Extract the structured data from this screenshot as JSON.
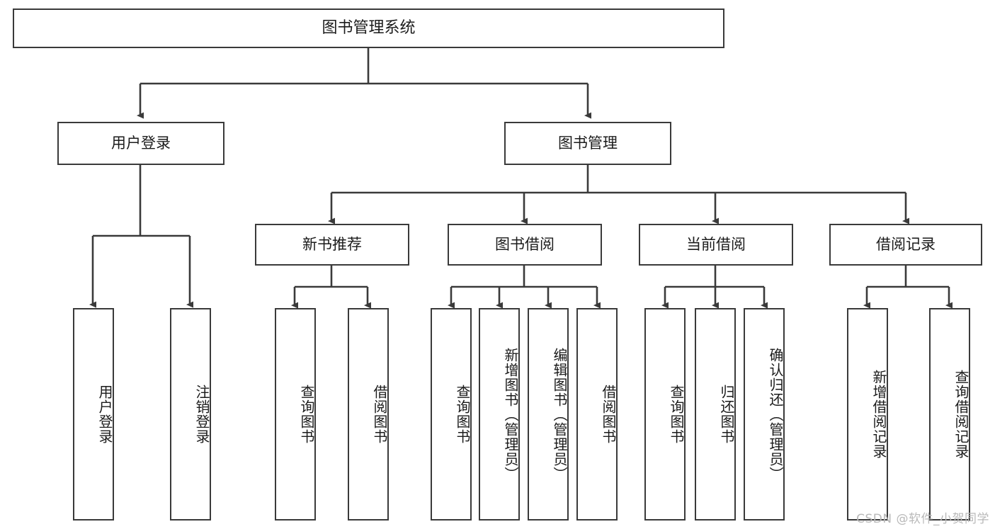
{
  "diagram": {
    "title": "图书管理系统",
    "type": "tree",
    "background": "#ffffff",
    "line_color": "#3a3a3a",
    "text_color": "#1b1b1b"
  },
  "nodes": {
    "root": {
      "label": "图书管理系统"
    },
    "level2": [
      {
        "id": "user-login",
        "label": "用户登录"
      },
      {
        "id": "book-manage",
        "label": "图书管理"
      }
    ],
    "level3": [
      {
        "id": "new-book-recommend",
        "label": "新书推荐"
      },
      {
        "id": "book-borrow",
        "label": "图书借阅"
      },
      {
        "id": "current-borrow",
        "label": "当前借阅"
      },
      {
        "id": "borrow-record",
        "label": "借阅记录"
      }
    ],
    "leaves": [
      {
        "id": "leaf-user-login",
        "label": "用户登录",
        "parent": "user-login"
      },
      {
        "id": "leaf-logout-login",
        "label": "注销登录",
        "parent": "user-login"
      },
      {
        "id": "leaf-query-book-1",
        "label": "查询图书",
        "parent": "new-book-recommend"
      },
      {
        "id": "leaf-borrow-book-1",
        "label": "借阅图书",
        "parent": "new-book-recommend"
      },
      {
        "id": "leaf-query-book-2",
        "label": "查询图书",
        "parent": "book-borrow"
      },
      {
        "id": "leaf-add-book",
        "label": "新增图书（管理员）",
        "parent": "book-borrow"
      },
      {
        "id": "leaf-edit-book",
        "label": "编辑图书（管理员）",
        "parent": "book-borrow"
      },
      {
        "id": "leaf-borrow-book-2",
        "label": "借阅图书",
        "parent": "book-borrow"
      },
      {
        "id": "leaf-query-book-3",
        "label": "查询图书",
        "parent": "current-borrow"
      },
      {
        "id": "leaf-return-book",
        "label": "归还图书",
        "parent": "current-borrow"
      },
      {
        "id": "leaf-confirm-return",
        "label": "确认归还（管理员）",
        "parent": "current-borrow"
      },
      {
        "id": "leaf-add-record",
        "label": "新增借阅记录",
        "parent": "borrow-record"
      },
      {
        "id": "leaf-query-record",
        "label": "查询借阅记录",
        "parent": "borrow-record"
      }
    ]
  },
  "watermark": {
    "text": "CSDN @软件_小贺同学"
  }
}
